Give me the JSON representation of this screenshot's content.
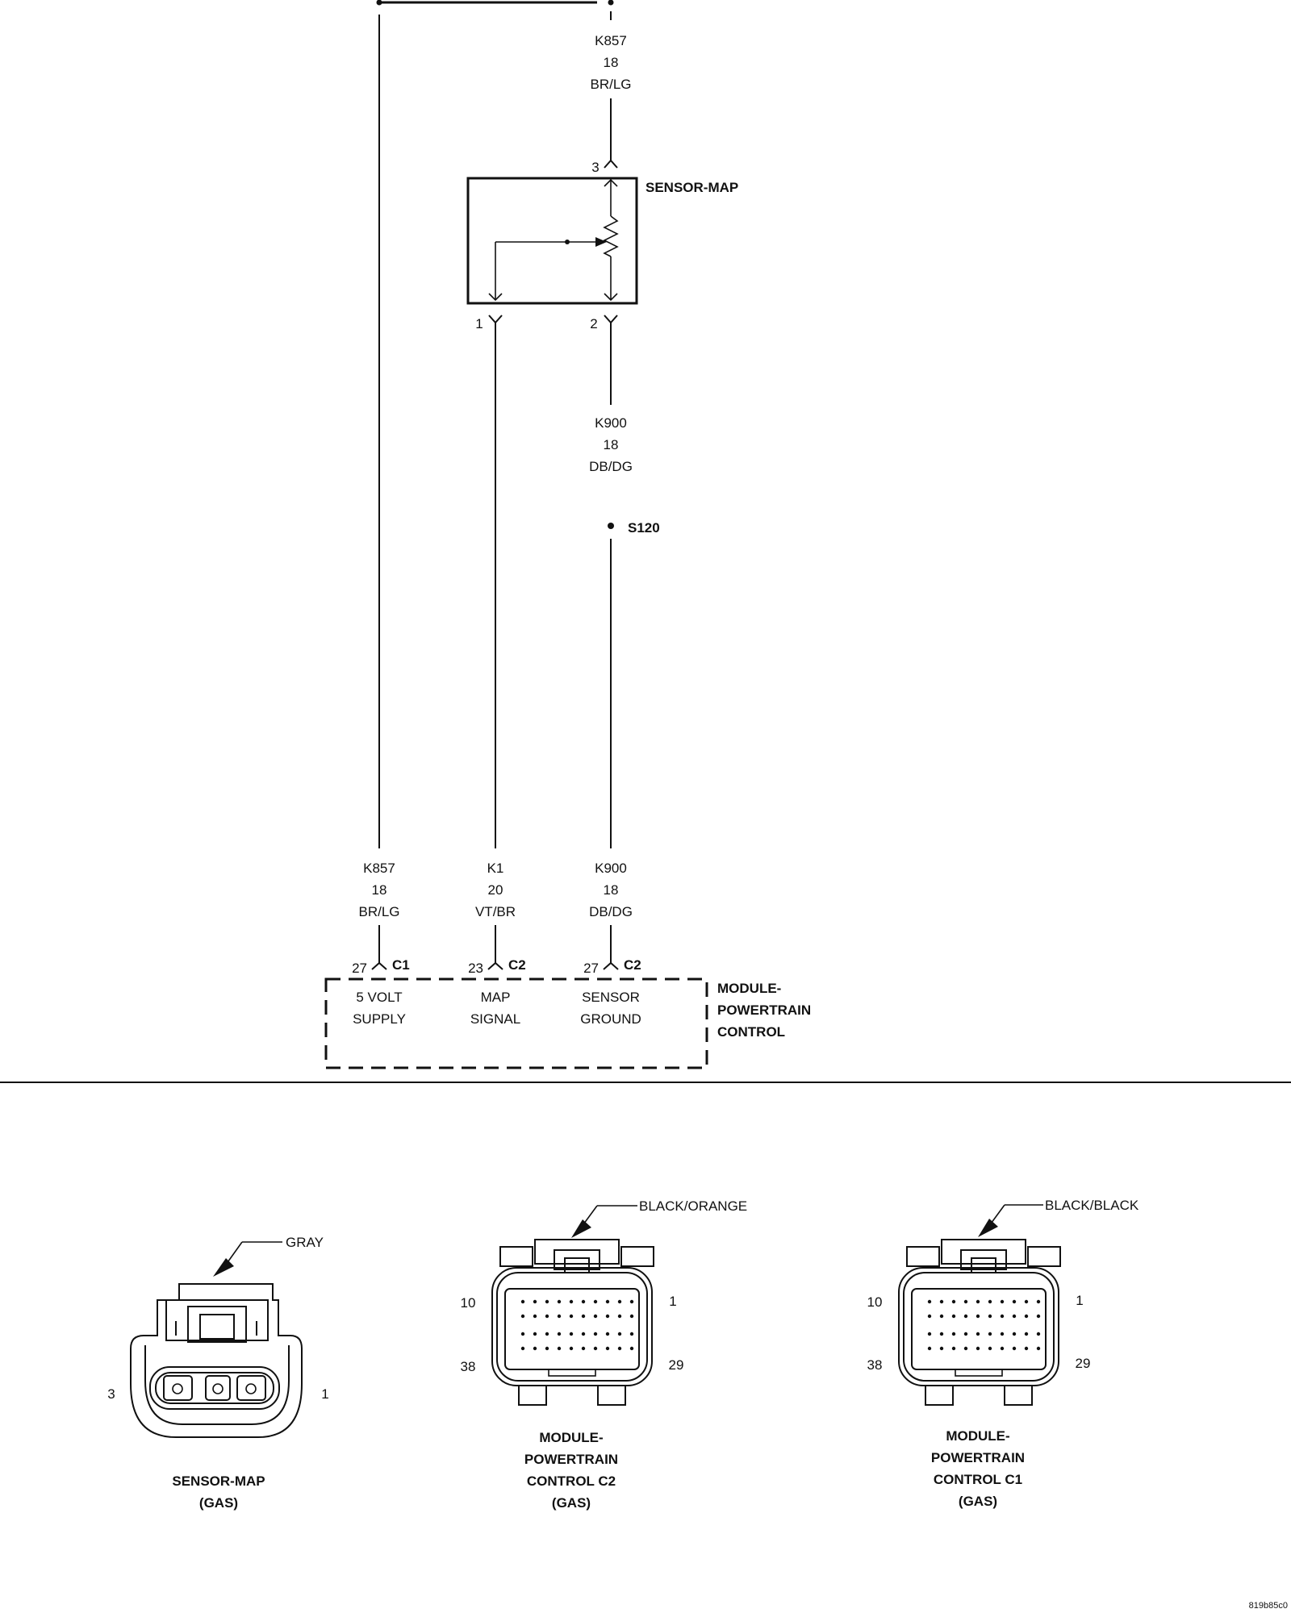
{
  "wires": {
    "top_k857": {
      "circuit": "K857",
      "gauge": "18",
      "color": "BR/LG"
    },
    "mid_k900": {
      "circuit": "K900",
      "gauge": "18",
      "color": "DB/DG"
    },
    "bot_k857": {
      "circuit": "K857",
      "gauge": "18",
      "color": "BR/LG"
    },
    "bot_k1": {
      "circuit": "K1",
      "gauge": "20",
      "color": "VT/BR"
    },
    "bot_k900": {
      "circuit": "K900",
      "gauge": "18",
      "color": "DB/DG"
    }
  },
  "sensor": {
    "name": "SENSOR-MAP",
    "pin_top": "3",
    "pin_left": "1",
    "pin_right": "2"
  },
  "splice": {
    "name": "S120"
  },
  "pcm": {
    "name_line1": "MODULE-",
    "name_line2": "POWERTRAIN",
    "name_line3": "CONTROL",
    "pins": [
      {
        "pin": "27",
        "conn": "C1",
        "func1": "5 VOLT",
        "func2": "SUPPLY"
      },
      {
        "pin": "23",
        "conn": "C2",
        "func1": "MAP",
        "func2": "SIGNAL"
      },
      {
        "pin": "27",
        "conn": "C2",
        "func1": "SENSOR",
        "func2": "GROUND"
      }
    ]
  },
  "connectors": [
    {
      "color": "GRAY",
      "pin_left": "3",
      "pin_right": "1",
      "title1": "SENSOR-MAP",
      "title2": "(GAS)"
    },
    {
      "color": "BLACK/ORANGE",
      "pin_tl": "10",
      "pin_tr": "1",
      "pin_bl": "38",
      "pin_br": "29",
      "title1": "MODULE-",
      "title2": "POWERTRAIN",
      "title3": "CONTROL C2",
      "title4": "(GAS)"
    },
    {
      "color": "BLACK/BLACK",
      "pin_tl": "10",
      "pin_tr": "1",
      "pin_bl": "38",
      "pin_br": "29",
      "title1": "MODULE-",
      "title2": "POWERTRAIN",
      "title3": "CONTROL C1",
      "title4": "(GAS)"
    }
  ],
  "image_code": "819b85c0"
}
